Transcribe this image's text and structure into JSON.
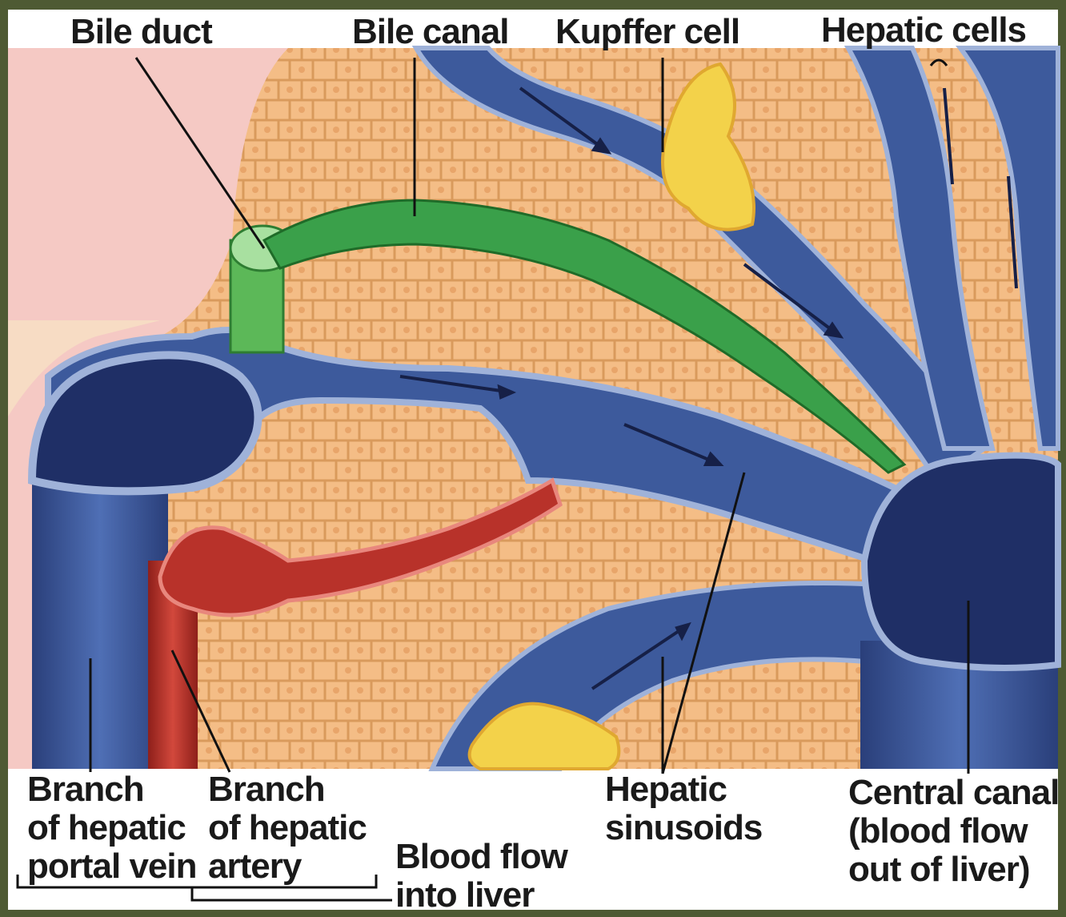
{
  "labels": {
    "bile_duct": "Bile duct",
    "bile_canal": "Bile canal",
    "kupffer_cell": "Kupffer cell",
    "hepatic_cells": "Hepatic cells",
    "portal_vein": [
      "Branch",
      "of hepatic",
      "portal vein"
    ],
    "hepatic_artery": [
      "Branch",
      "of hepatic",
      "artery"
    ],
    "blood_flow_in": [
      "Blood flow",
      "into liver"
    ],
    "sinusoids": [
      "Hepatic",
      "sinusoids"
    ],
    "central_canal": [
      "Central canal",
      "(blood flow",
      "out of liver)"
    ]
  },
  "colors": {
    "frame": "#4e5a33",
    "background_pink": "#f5c9c4",
    "hepatocyte": "#f4bd86",
    "hepatocyte_border": "#d99a5c",
    "vein_blue": "#3d5a9c",
    "vein_dark": "#1f2f66",
    "bile_green": "#3aa04a",
    "artery_red": "#b8322a",
    "kupffer_yellow": "#f3d24a"
  }
}
